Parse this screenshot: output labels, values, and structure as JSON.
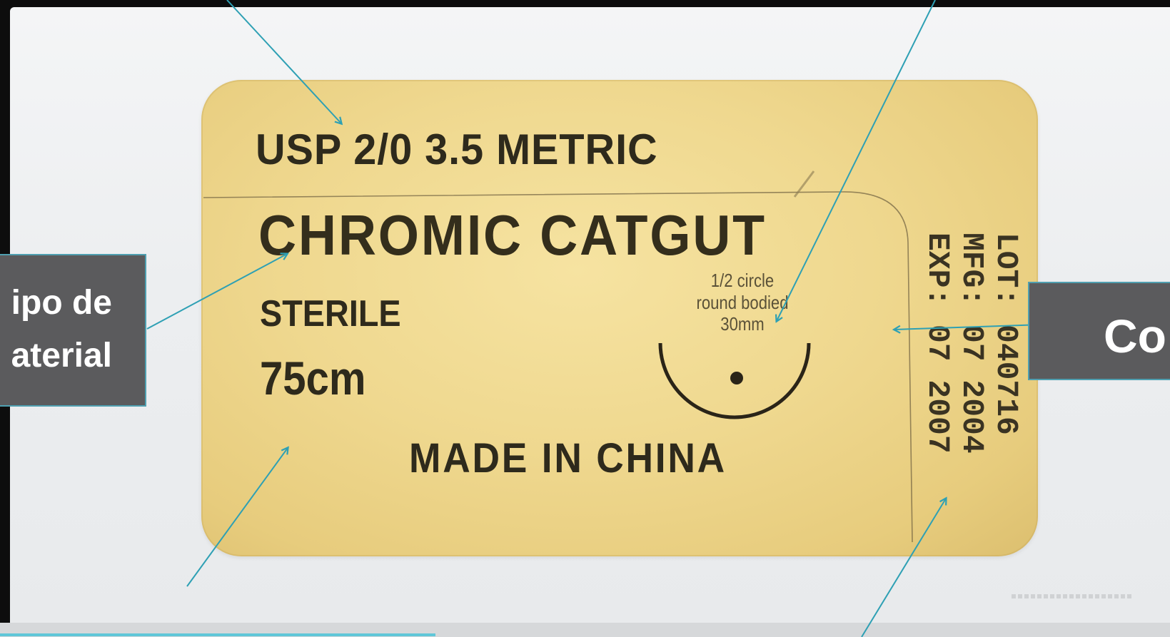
{
  "packet": {
    "size_line": "USP 2/0  3.5 METRIC",
    "material": "CHROMIC  CATGUT",
    "sterile": "STERILE",
    "length": "75cm",
    "origin": "MADE  IN  CHINA",
    "needle": {
      "line1": "1/2 circle",
      "line2": "round bodied",
      "line3": "30mm"
    },
    "codes": {
      "lot": "LOT: 040716",
      "mfg": "MFG: 07 2004",
      "exp": "EXP: 07 2007"
    }
  },
  "callouts": {
    "left_line1": "ipo de",
    "left_line2": "aterial",
    "right_text": "Co"
  },
  "colors": {
    "packet_fill": "#efd88f",
    "callout_bg": "#5b5b5d",
    "callout_border": "#4f9fb0",
    "annotation_arrow": "#2ea0b4",
    "print_ink": "#2e2a1c"
  },
  "icons": {
    "needle": "half-circle-needle-icon",
    "arrows": "annotation-arrow-icon"
  }
}
